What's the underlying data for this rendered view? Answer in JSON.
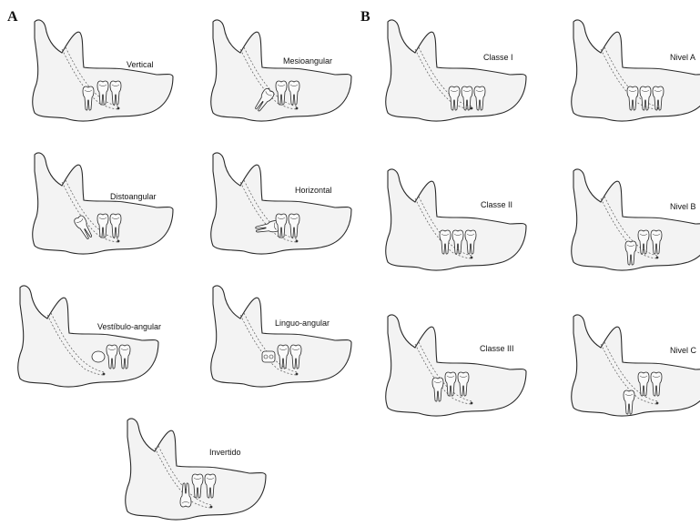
{
  "panel_a": {
    "letter": "A",
    "items": [
      {
        "label": "Vertical"
      },
      {
        "label": "Mesioangular"
      },
      {
        "label": "Distoangular"
      },
      {
        "label": "Horizontal"
      },
      {
        "label": "Vestíbulo-angular"
      },
      {
        "label": "Linguo-angular"
      },
      {
        "label": "Invertido"
      }
    ]
  },
  "panel_b": {
    "letter": "B",
    "classes": [
      {
        "label": "Classe I"
      },
      {
        "label": "Classe II"
      },
      {
        "label": "Classe III"
      }
    ],
    "levels": [
      {
        "label": "Nivel A"
      },
      {
        "label": "Nivel B"
      },
      {
        "label": "Nivel C"
      }
    ]
  },
  "colors": {
    "bone_fill": "#f3f3f3",
    "outline": "#2a2a2a",
    "tooth_fill": "#fafafa",
    "canal": "#555555"
  }
}
